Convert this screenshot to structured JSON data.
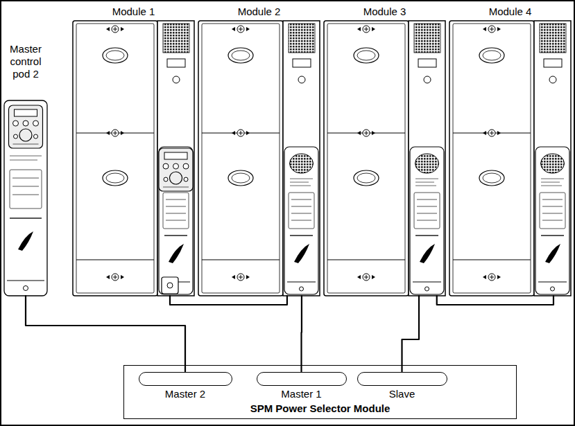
{
  "diagram": {
    "nodes": [
      {
        "text": [
          "Module 1"
        ]
      },
      {
        "text": [
          "Module 2"
        ]
      },
      {
        "text": [
          "Module 3"
        ]
      },
      {
        "text": [
          "Module 4"
        ]
      },
      {
        "text": [
          "Master control pod 2"
        ]
      },
      {
        "text": [
          "SPM Power Selector Module"
        ]
      },
      {
        "text": [
          "Master 2"
        ],
        "in": 5
      },
      {
        "text": [
          "Master 1"
        ],
        "in": 5
      },
      {
        "text": [
          "Slave"
        ],
        "in": 5
      }
    ],
    "edges": [
      {
        "from": 0,
        "to": 1,
        "arrow": "none"
      },
      {
        "from": 1,
        "to": 7,
        "arrow": "none"
      },
      {
        "from": 2,
        "to": 3,
        "arrow": "none"
      },
      {
        "from": 2,
        "to": 8,
        "arrow": "none"
      },
      {
        "from": 4,
        "to": 6,
        "arrow": "none"
      }
    ]
  }
}
